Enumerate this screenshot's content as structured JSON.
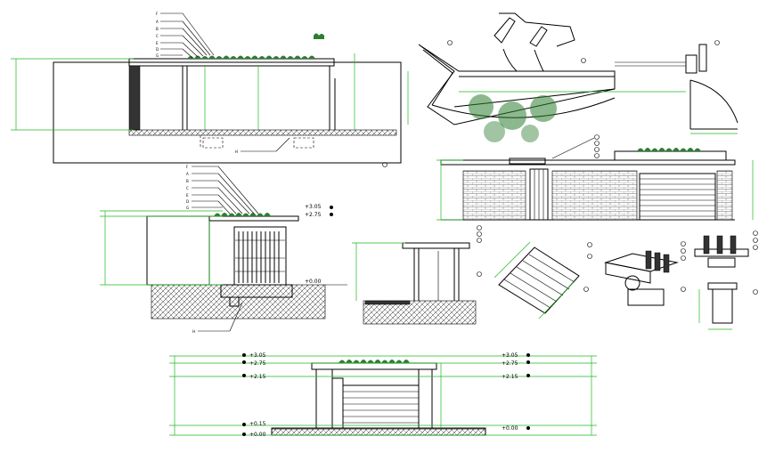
{
  "drawing": {
    "section_1": {
      "layer_letters": [
        "F",
        "A",
        "B",
        "C",
        "E",
        "D",
        "G"
      ],
      "ref_letter": "H"
    },
    "section_2": {
      "layer_letters": [
        "F",
        "A",
        "B",
        "C",
        "E",
        "D",
        "G"
      ],
      "ref_letter": "H",
      "levels": [
        "+3.05",
        "+2.75",
        "+0.00"
      ]
    },
    "front_elevation": {
      "levels": [
        "+3.05",
        "+2.75",
        "+2.15",
        "+0.15",
        "+0.00"
      ]
    },
    "colors": {
      "line": "#000000",
      "dimension": "#1fb81f",
      "planting": "#2e7d32"
    }
  }
}
